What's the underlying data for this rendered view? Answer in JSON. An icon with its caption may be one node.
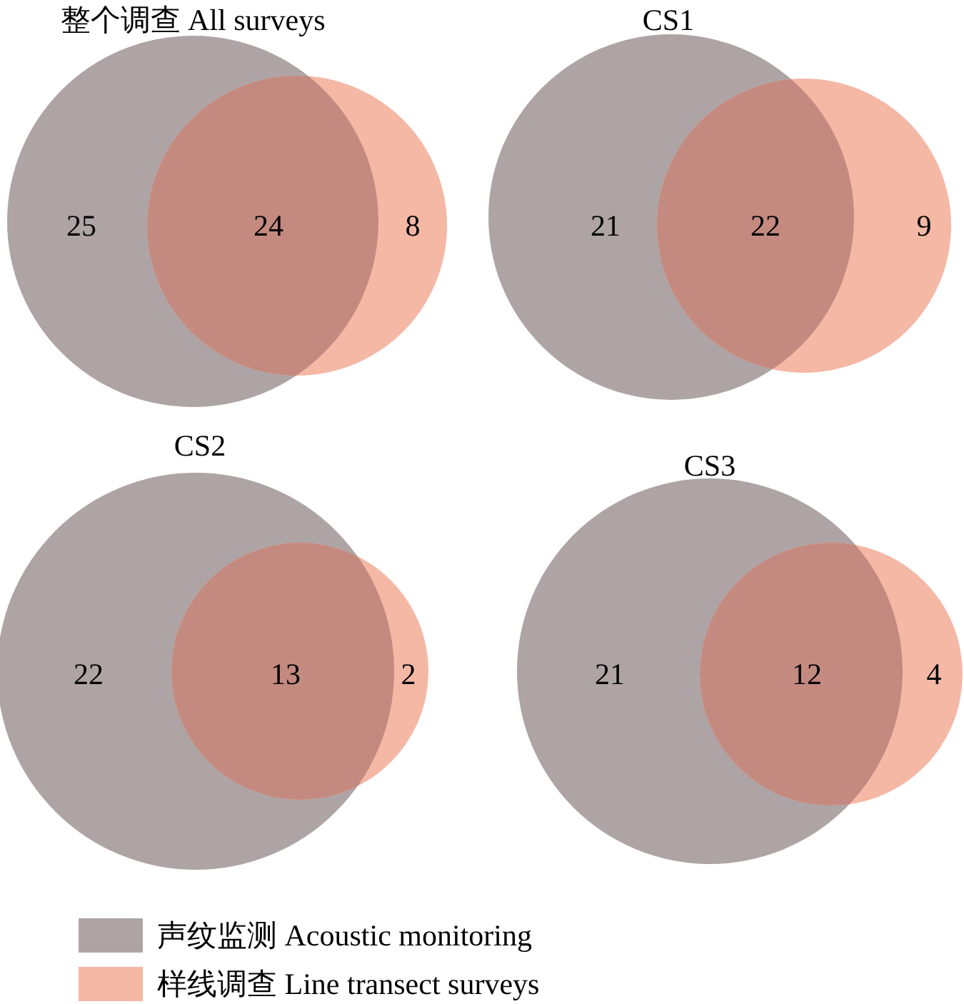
{
  "diagram": {
    "labels": [
      "整个调查 All surveys",
      "CS1",
      "25",
      "24",
      "8",
      "21",
      "22",
      "9",
      "CS2",
      "CS3",
      "22",
      "13",
      "2",
      "21",
      "12",
      "4"
    ],
    "legend": [
      {
        "text": "声纹监测 Acoustic monitoring",
        "color": "#aea4a5"
      },
      {
        "text": "样线调查 Line transect surveys",
        "color": "#f4b8a5"
      }
    ]
  }
}
